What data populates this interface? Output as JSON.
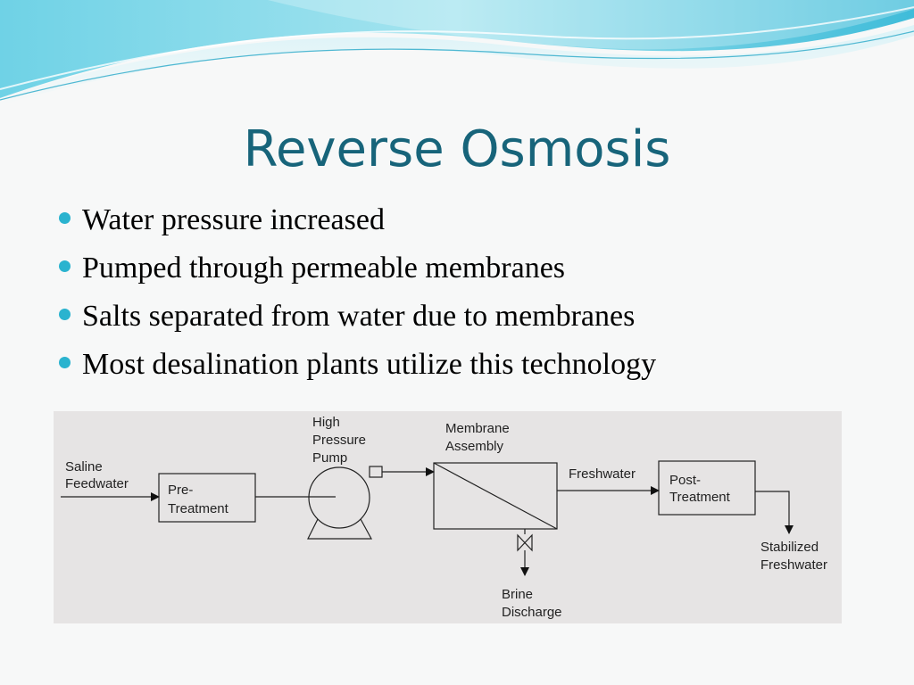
{
  "slide": {
    "title": "Reverse Osmosis",
    "bullets": [
      "Water pressure increased",
      "Pumped through permeable membranes",
      "Salts separated from water due to membranes",
      "Most desalination plants utilize this technology"
    ]
  },
  "diagram": {
    "labels": {
      "saline_feedwater": [
        "Saline",
        "Feedwater"
      ],
      "pretreatment": [
        "Pre-",
        "Treatment"
      ],
      "high_pressure_pump": [
        "High",
        "Pressure",
        "Pump"
      ],
      "membrane_assembly": [
        "Membrane",
        "Assembly"
      ],
      "freshwater": "Freshwater",
      "posttreatment": [
        "Post-",
        "Treatment"
      ],
      "stabilized_freshwater": [
        "Stabilized",
        "Freshwater"
      ],
      "brine_discharge": [
        "Brine",
        "Discharge"
      ]
    }
  },
  "colors": {
    "title": "#17647a",
    "bullet": "#2ab3cf",
    "diagram_bg": "#e6e4e4"
  }
}
